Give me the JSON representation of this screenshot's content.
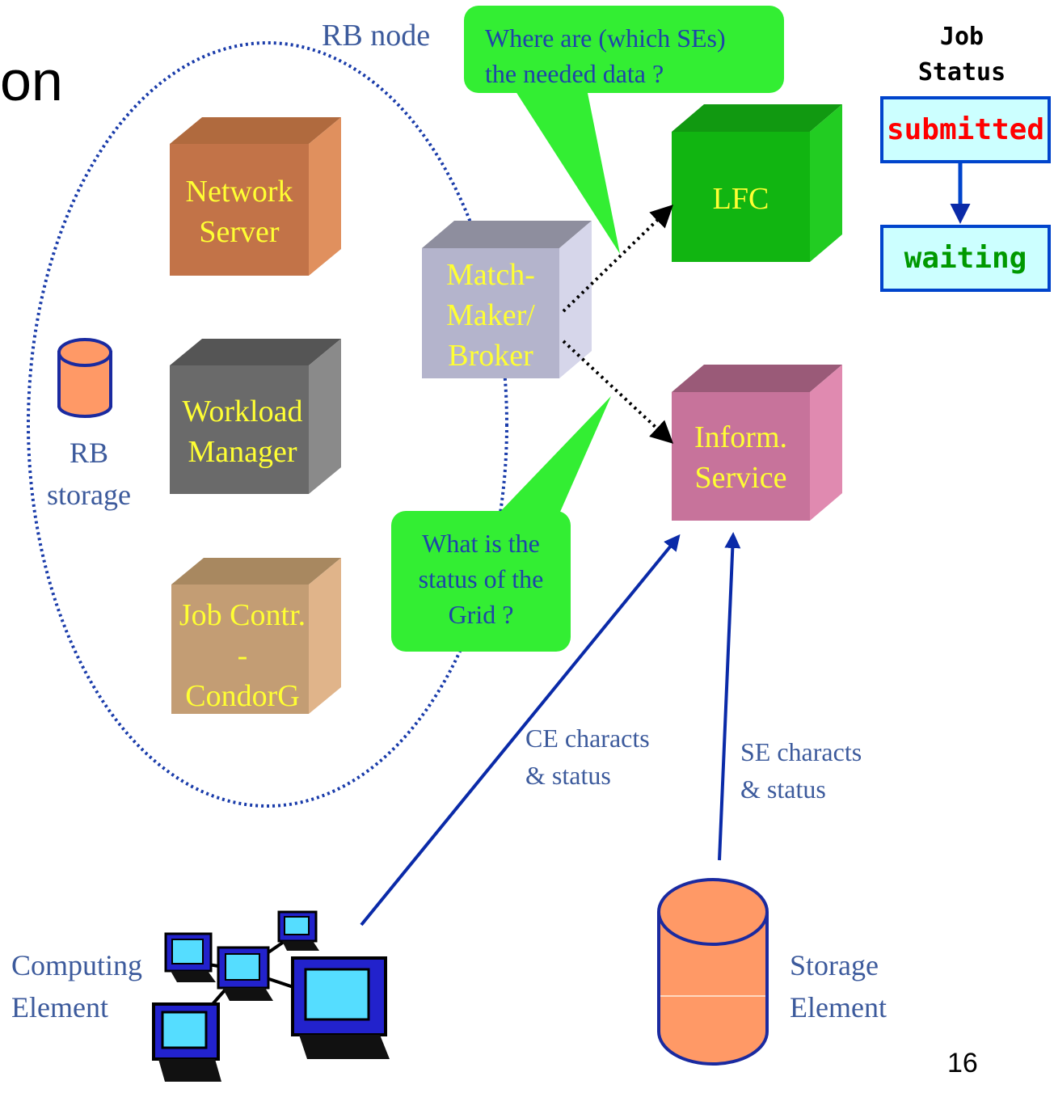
{
  "slide": {
    "title_fragment": "on",
    "page_number": "16"
  },
  "rb_node": {
    "label": "RB node",
    "storage_label_line1": "RB",
    "storage_label_line2": "storage"
  },
  "components": {
    "network_server": [
      "Network",
      "Server"
    ],
    "workload_manager": [
      "Workload",
      "Manager"
    ],
    "job_controller": [
      "Job Contr.",
      "-",
      "CondorG"
    ],
    "matchmaker": [
      "Match-",
      "Maker/",
      "Broker"
    ],
    "lfc": [
      "LFC"
    ],
    "information_service": [
      "Inform.",
      "Service"
    ]
  },
  "callouts": {
    "data_question": [
      "Where are (which SEs)",
      "the needed data ?"
    ],
    "grid_question": [
      "What is the",
      "status of the",
      "Grid ?"
    ]
  },
  "edges": {
    "ce_label": [
      "CE characts",
      "& status"
    ],
    "se_label": [
      "SE characts",
      "& status"
    ]
  },
  "elements": {
    "computing": [
      "Computing",
      "Element"
    ],
    "storage": [
      "Storage",
      "Element"
    ]
  },
  "job_status": {
    "title": [
      "Job",
      "Status"
    ],
    "states": [
      "submitted",
      "waiting"
    ]
  },
  "colors": {
    "network_server": "#c87848",
    "workload_manager": "#6e6e6e",
    "job_controller": "#c8a070",
    "matchmaker": "#b4b4d0",
    "lfc": "#11bb11",
    "information_service": "#c8709a",
    "callout": "#33ee33",
    "status_border": "#0044cc",
    "arrow": "#0a2aa8"
  }
}
